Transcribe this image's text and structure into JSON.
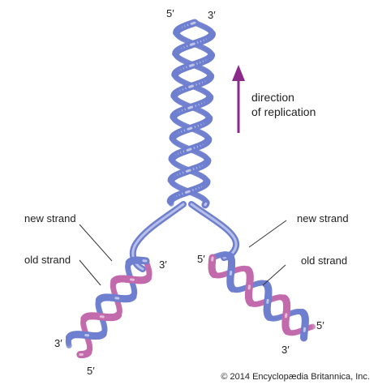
{
  "colors": {
    "old_strand": "#6f7fcf",
    "new_strand": "#c26aac",
    "arrow": "#8a2a8a",
    "leader": "#333333"
  },
  "labels": {
    "direction_line1": "direction",
    "direction_line2": "of replication",
    "left_new": "new strand",
    "left_old": "old strand",
    "right_new": "new strand",
    "right_old": "old strand"
  },
  "ends": {
    "top_5": "5′",
    "top_3": "3′",
    "left_fork_3": "3′",
    "left_bottom_3": "3′",
    "left_bottom_5": "5′",
    "right_fork_5": "5′",
    "right_bottom_5": "5′",
    "right_bottom_3": "3′"
  },
  "copyright": "© 2014 Encyclopædia Britannica, Inc."
}
